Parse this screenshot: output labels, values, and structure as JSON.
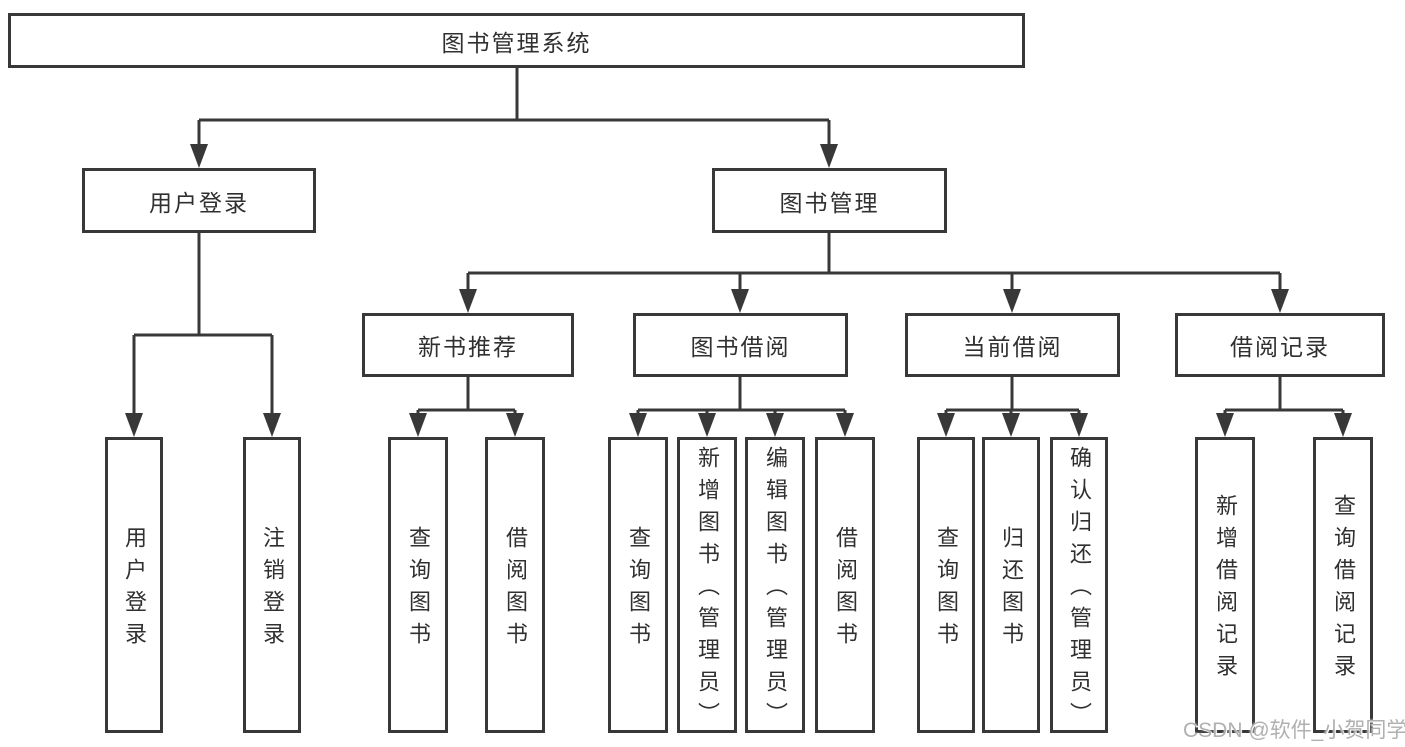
{
  "diagram": {
    "title": "图书管理系统",
    "level2": [
      {
        "label": "用户登录",
        "children": [
          "用户登录",
          "注销登录"
        ]
      },
      {
        "label": "图书管理",
        "children": [
          {
            "label": "新书推荐",
            "children": [
              "查询图书",
              "借阅图书"
            ]
          },
          {
            "label": "图书借阅",
            "children": [
              "查询图书",
              "新增图书（管理员）",
              "编辑图书（管理员）",
              "借阅图书"
            ]
          },
          {
            "label": "当前借阅",
            "children": [
              "查询图书",
              "归还图书",
              "确认归还（管理员）"
            ]
          },
          {
            "label": "借阅记录",
            "children": [
              "新增借阅记录",
              "查询借阅记录"
            ]
          }
        ]
      }
    ]
  },
  "watermark": "CSDN @软件_小贺同学",
  "colors": {
    "line": "#383838",
    "box_border": "#383838",
    "text": "#303030",
    "watermark": "#b0b0b0",
    "background": "#ffffff"
  }
}
